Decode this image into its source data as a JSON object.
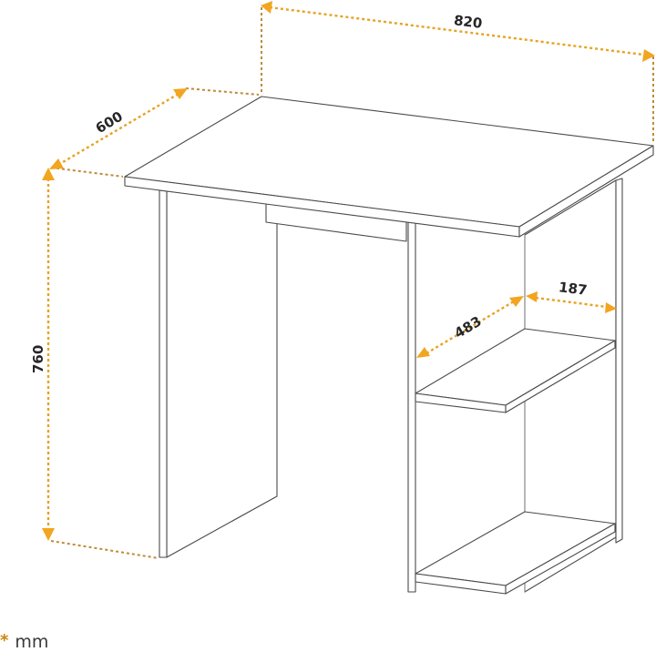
{
  "figure": {
    "subject": "Desk with side shelving unit, dimension drawing",
    "accent_color": "#f2a51e",
    "line_color": "#4a4a4a"
  },
  "dimensions": {
    "width": "820",
    "depth": "600",
    "height": "760",
    "shelf_depth": "483",
    "shelf_width": "187"
  },
  "legend": {
    "marker": "*",
    "unit": "mm"
  }
}
